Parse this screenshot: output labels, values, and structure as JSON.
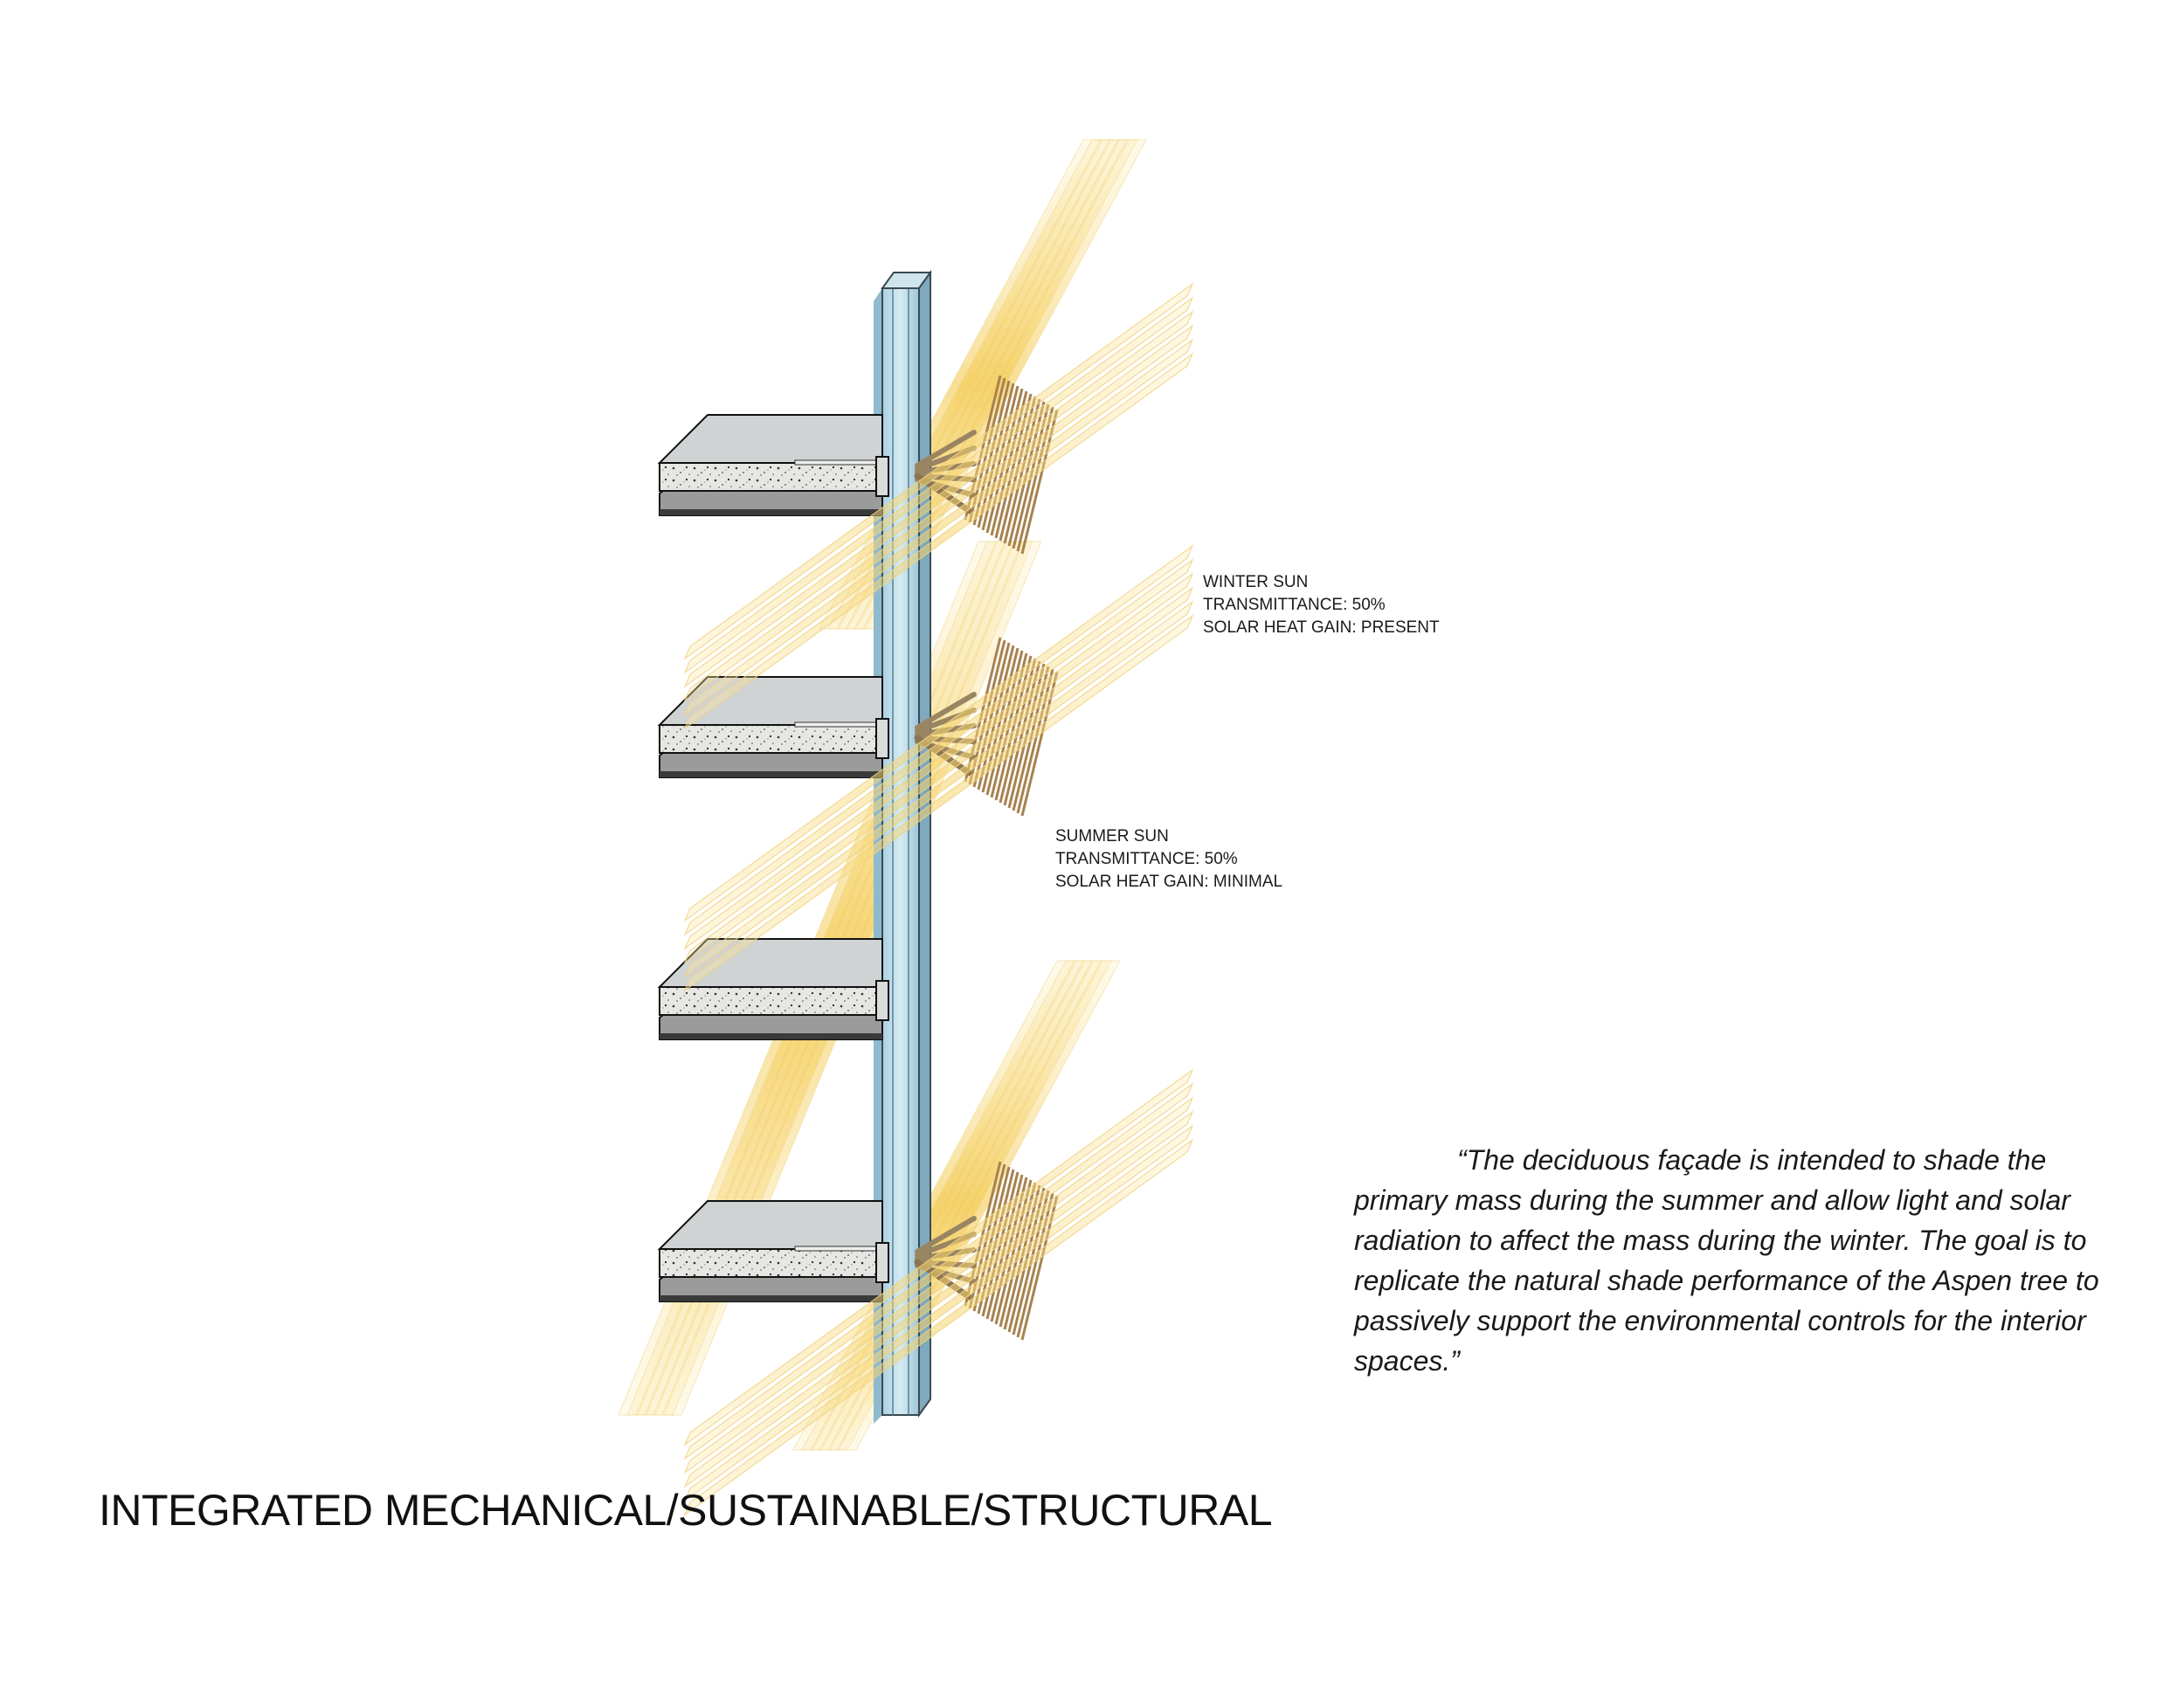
{
  "title": "INTEGRATED MECHANICAL/SUSTAINABLE/STRUCTURAL",
  "winter_note": {
    "line1": "WINTER SUN",
    "line2": "TRANSMITTANCE: 50%",
    "line3": "SOLAR HEAT GAIN: PRESENT"
  },
  "summer_note": {
    "line1": "SUMMER SUN",
    "line2": "TRANSMITTANCE: 50%",
    "line3": "SOLAR HEAT GAIN: MINIMAL"
  },
  "quote": "“The deciduous façade is intended to shade the primary mass during the summer and allow light and solar radiation to affect the mass during the winter. The goal is to replicate the natural shade performance of the Aspen tree to passively support the environmental controls for the interior spaces.”",
  "colors": {
    "sun_ray": "#f5d776",
    "glass": "#bcdbea",
    "slab_top": "#cfd3d4",
    "slab_edge": "#e4e4e2",
    "fins": "#a7824f"
  }
}
